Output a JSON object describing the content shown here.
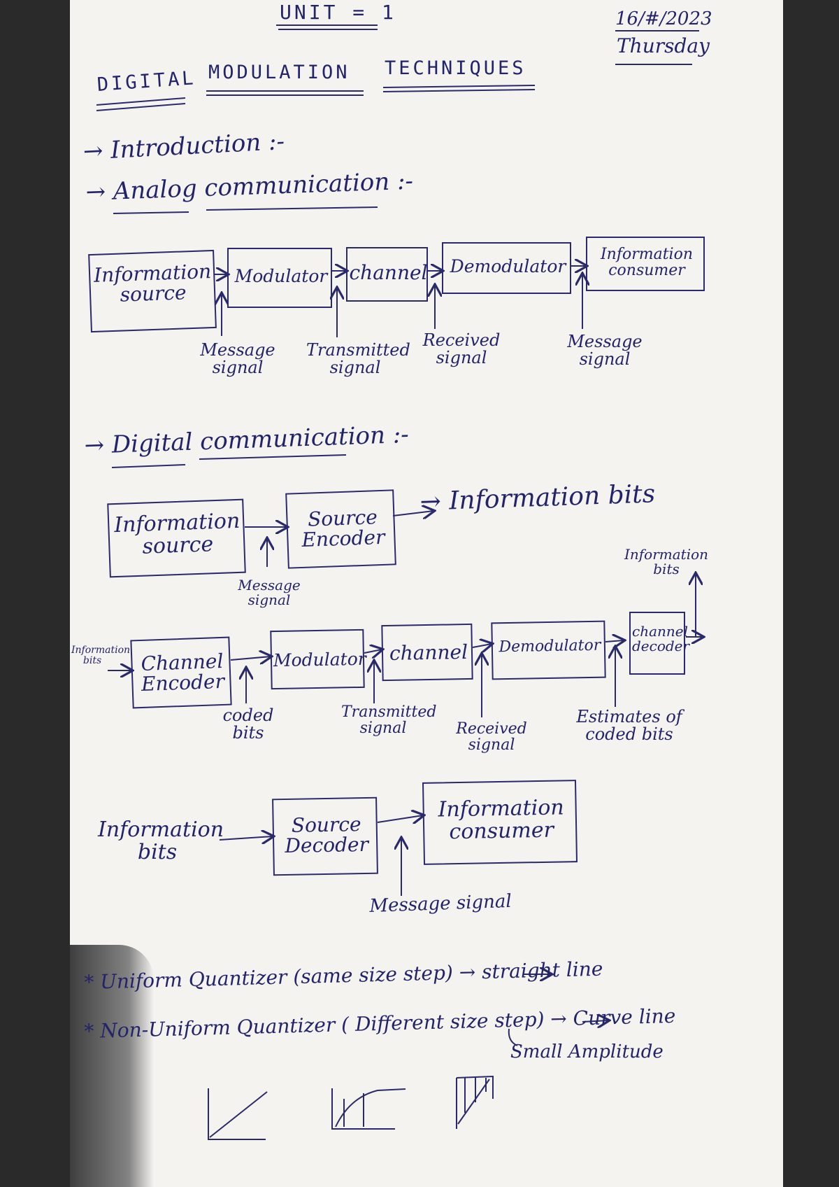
{
  "header": {
    "unit": "UNIT = 1",
    "date": "16/#/2023",
    "day": "Thursday",
    "title_words": [
      "DIGITAL",
      "MODULATION",
      "TECHNIQUES"
    ]
  },
  "sections": {
    "introduction": "→ Introduction :-",
    "analog": "→ Analog communication :-",
    "digital": "→ Digital communication :-"
  },
  "analog_diagram": {
    "blocks": [
      "Information source",
      "Modulator",
      "channel",
      "Demodulator",
      "Information consumer"
    ],
    "labels": [
      "Message signal",
      "Transmitted signal",
      "Received signal",
      "Message signal"
    ]
  },
  "digital_diagram_1": {
    "blocks": [
      "Information source",
      "Source Encoder"
    ],
    "labels": {
      "message": "Message signal",
      "output": "→ Information bits"
    }
  },
  "digital_diagram_2": {
    "input_label": "Information bits",
    "blocks": [
      "Channel Encoder",
      "Modulator",
      "channel",
      "Demodulator",
      "channel decoder"
    ],
    "labels": [
      "coded bits",
      "Transmitted signal",
      "Received signal",
      "Estimates of coded bits",
      "Information bits"
    ]
  },
  "digital_diagram_3": {
    "input_label": "Information bits",
    "blocks": [
      "Source Decoder",
      "Information consumer"
    ],
    "labels": {
      "message": "Message signal"
    }
  },
  "notes": [
    "* Uniform Quantizer (same size step) → straight line",
    "* Non-Uniform Quantizer ( Different size step) → Curve line",
    "Small Amplitude"
  ]
}
